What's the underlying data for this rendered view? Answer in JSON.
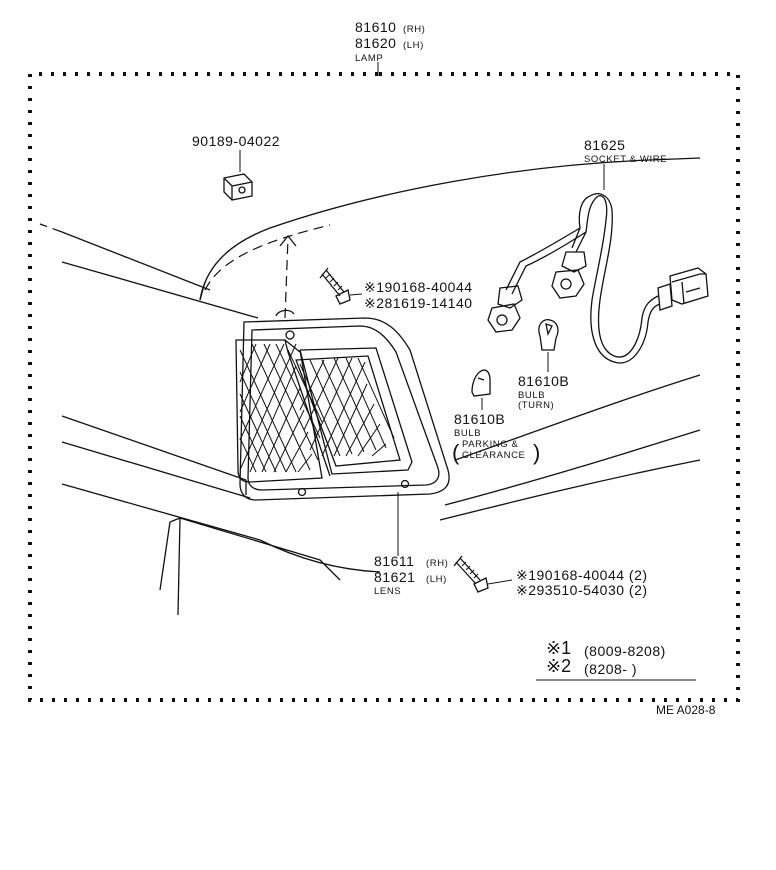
{
  "lamp": {
    "pn_rh": "81610",
    "rh": "(RH)",
    "pn_lh": "81620",
    "lh": "(LH)",
    "name": "LAMP"
  },
  "bracket": {
    "pn": "90189-04022"
  },
  "socket": {
    "pn": "81625",
    "name": "SOCKET & WIRE"
  },
  "screw_top": {
    "line1": "※190168-40044",
    "line2": "※281619-14140"
  },
  "bulb_turn": {
    "pn": "81610B",
    "name": "BULB",
    "note": "(TURN)"
  },
  "bulb_park": {
    "pn": "81610B",
    "name": "BULB",
    "note1": "PARKING &",
    "note2": "CLEARANCE"
  },
  "lens": {
    "pn_rh": "81611",
    "rh": "(RH)",
    "pn_lh": "81621",
    "lh": "(LH)",
    "name": "LENS"
  },
  "screw_bottom": {
    "line1": "※190168-40044 (2)",
    "line2": "※293510-54030 (2)"
  },
  "legend": {
    "mark1": "※1",
    "range1": "(8009-8208)",
    "mark2": "※2",
    "range2": "(8208-       )"
  },
  "ref": "ME A028-8"
}
